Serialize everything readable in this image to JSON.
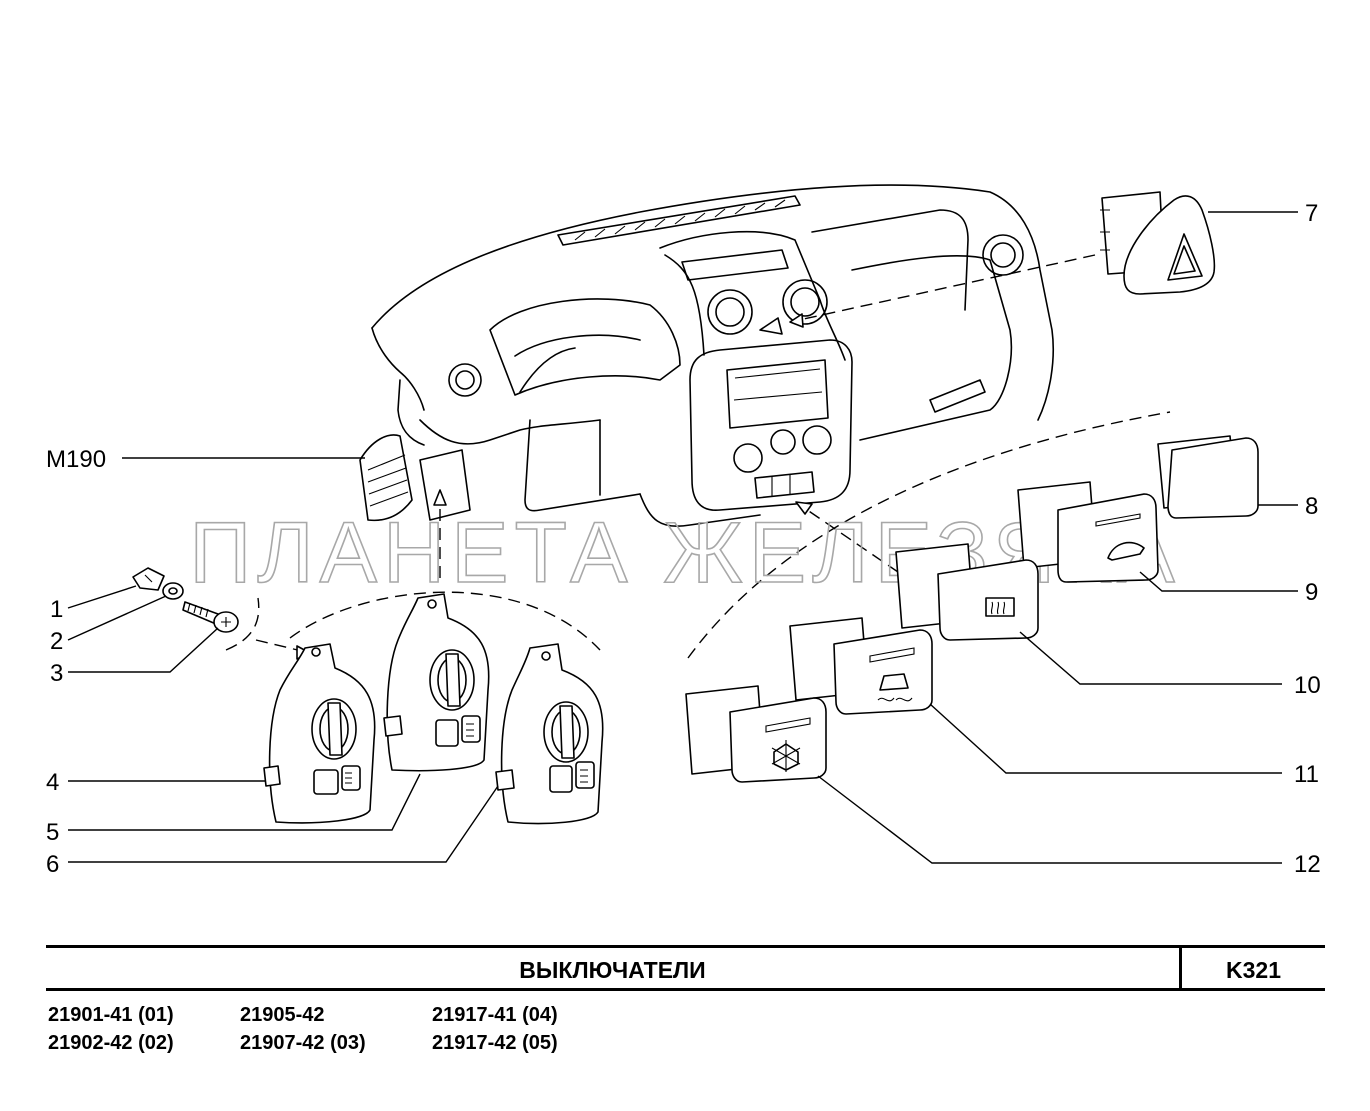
{
  "watermark": "ПЛАНЕТА ЖЕЛЕЗЯКА",
  "callouts": {
    "m190": "M190",
    "c1": "1",
    "c2": "2",
    "c3": "3",
    "c4": "4",
    "c5": "5",
    "c6": "6",
    "c7": "7",
    "c8": "8",
    "c9": "9",
    "c10": "10",
    "c11": "11",
    "c12": "12"
  },
  "title_block": {
    "title": "ВЫКЛЮЧАТЕЛИ",
    "code": "K321"
  },
  "models": [
    "21901-41 (01)",
    "21902-42 (02)",
    "21905-42",
    "21907-42 (03)",
    "21917-41 (04)",
    "21917-42 (05)"
  ],
  "icons": {
    "hazard": "hazard-triangle-icon",
    "windshield": "windshield-heat-icon",
    "rear_defrost": "rear-window-heat-icon",
    "traction": "traction-control-icon",
    "ac": "snowflake-icon",
    "fog": "fog-lamp-icon",
    "headlight": "headlight-icon"
  }
}
